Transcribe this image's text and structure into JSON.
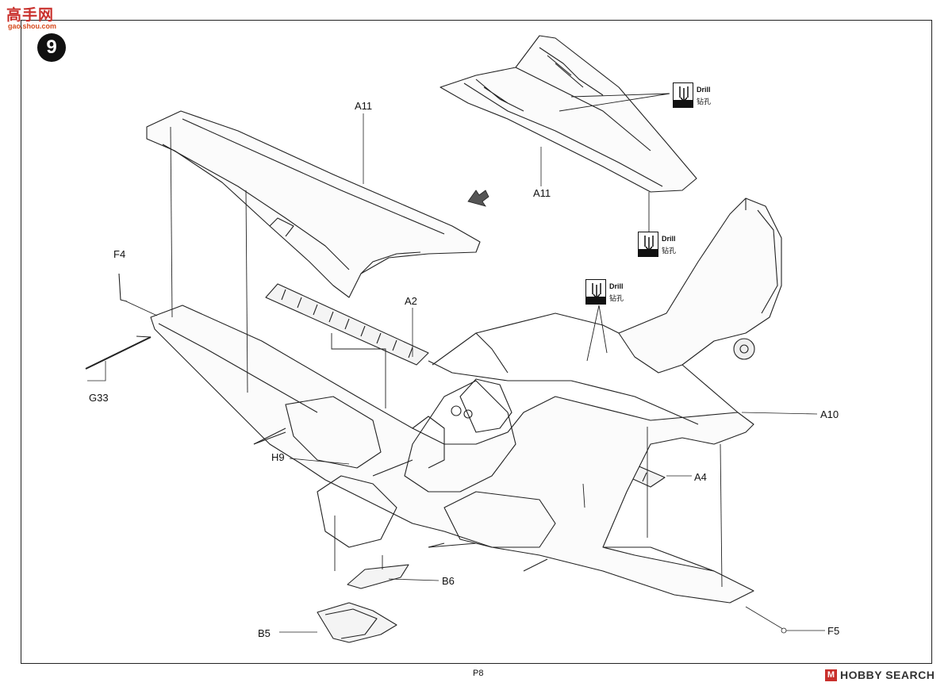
{
  "watermark_top": {
    "title": "高手网",
    "url": "gao.shou.com"
  },
  "step": {
    "number": "9"
  },
  "labels": {
    "a11_top": "A11",
    "a11_upper_panel": "A11",
    "a2": "A2",
    "f4": "F4",
    "g33": "G33",
    "h9": "H9",
    "a10": "A10",
    "a4": "A4",
    "b6": "B6",
    "b5": "B5",
    "f5": "F5"
  },
  "drill_notes": [
    {
      "en": "Drill",
      "cn": "钻孔"
    },
    {
      "en": "Drill",
      "cn": "钻孔"
    },
    {
      "en": "Drill",
      "cn": "钻孔"
    }
  ],
  "footer": {
    "page": "P8",
    "watermark": "HOBBY SEARCH",
    "watermark_icon": "M"
  },
  "icons": [
    "direction-arrow-icon",
    "drill-icon"
  ],
  "colors": {
    "line": "#222222",
    "accent_watermark": "#c9302c"
  }
}
